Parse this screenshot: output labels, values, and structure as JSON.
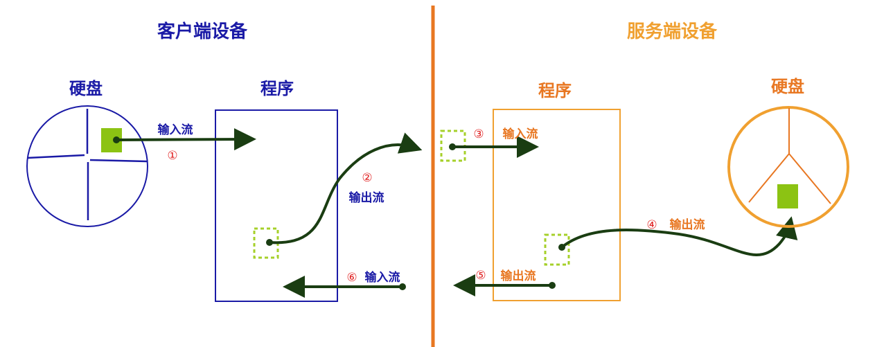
{
  "colors": {
    "client": "#1a1aa6",
    "server": "#e87722",
    "server_outline": "#f0a030",
    "divider": "#e87722",
    "arrow": "#1a3d12",
    "data_block": "#8cc313",
    "dashed_block": "#a6d02a",
    "step": "#e02020"
  },
  "client": {
    "title": "客户端设备",
    "disk_label": "硬盘",
    "program_label": "程序",
    "input_stream_1": "输入流",
    "step_1": "①",
    "step_2": "②",
    "output_stream_2": "输出流",
    "step_6": "⑥",
    "input_stream_6": "输入流"
  },
  "server": {
    "title": "服务端设备",
    "program_label": "程序",
    "disk_label": "硬盘",
    "step_3": "③",
    "input_stream_3": "输入流",
    "step_4": "④",
    "output_stream_4": "输出流",
    "step_5": "⑤",
    "output_stream_5": "输出流"
  }
}
